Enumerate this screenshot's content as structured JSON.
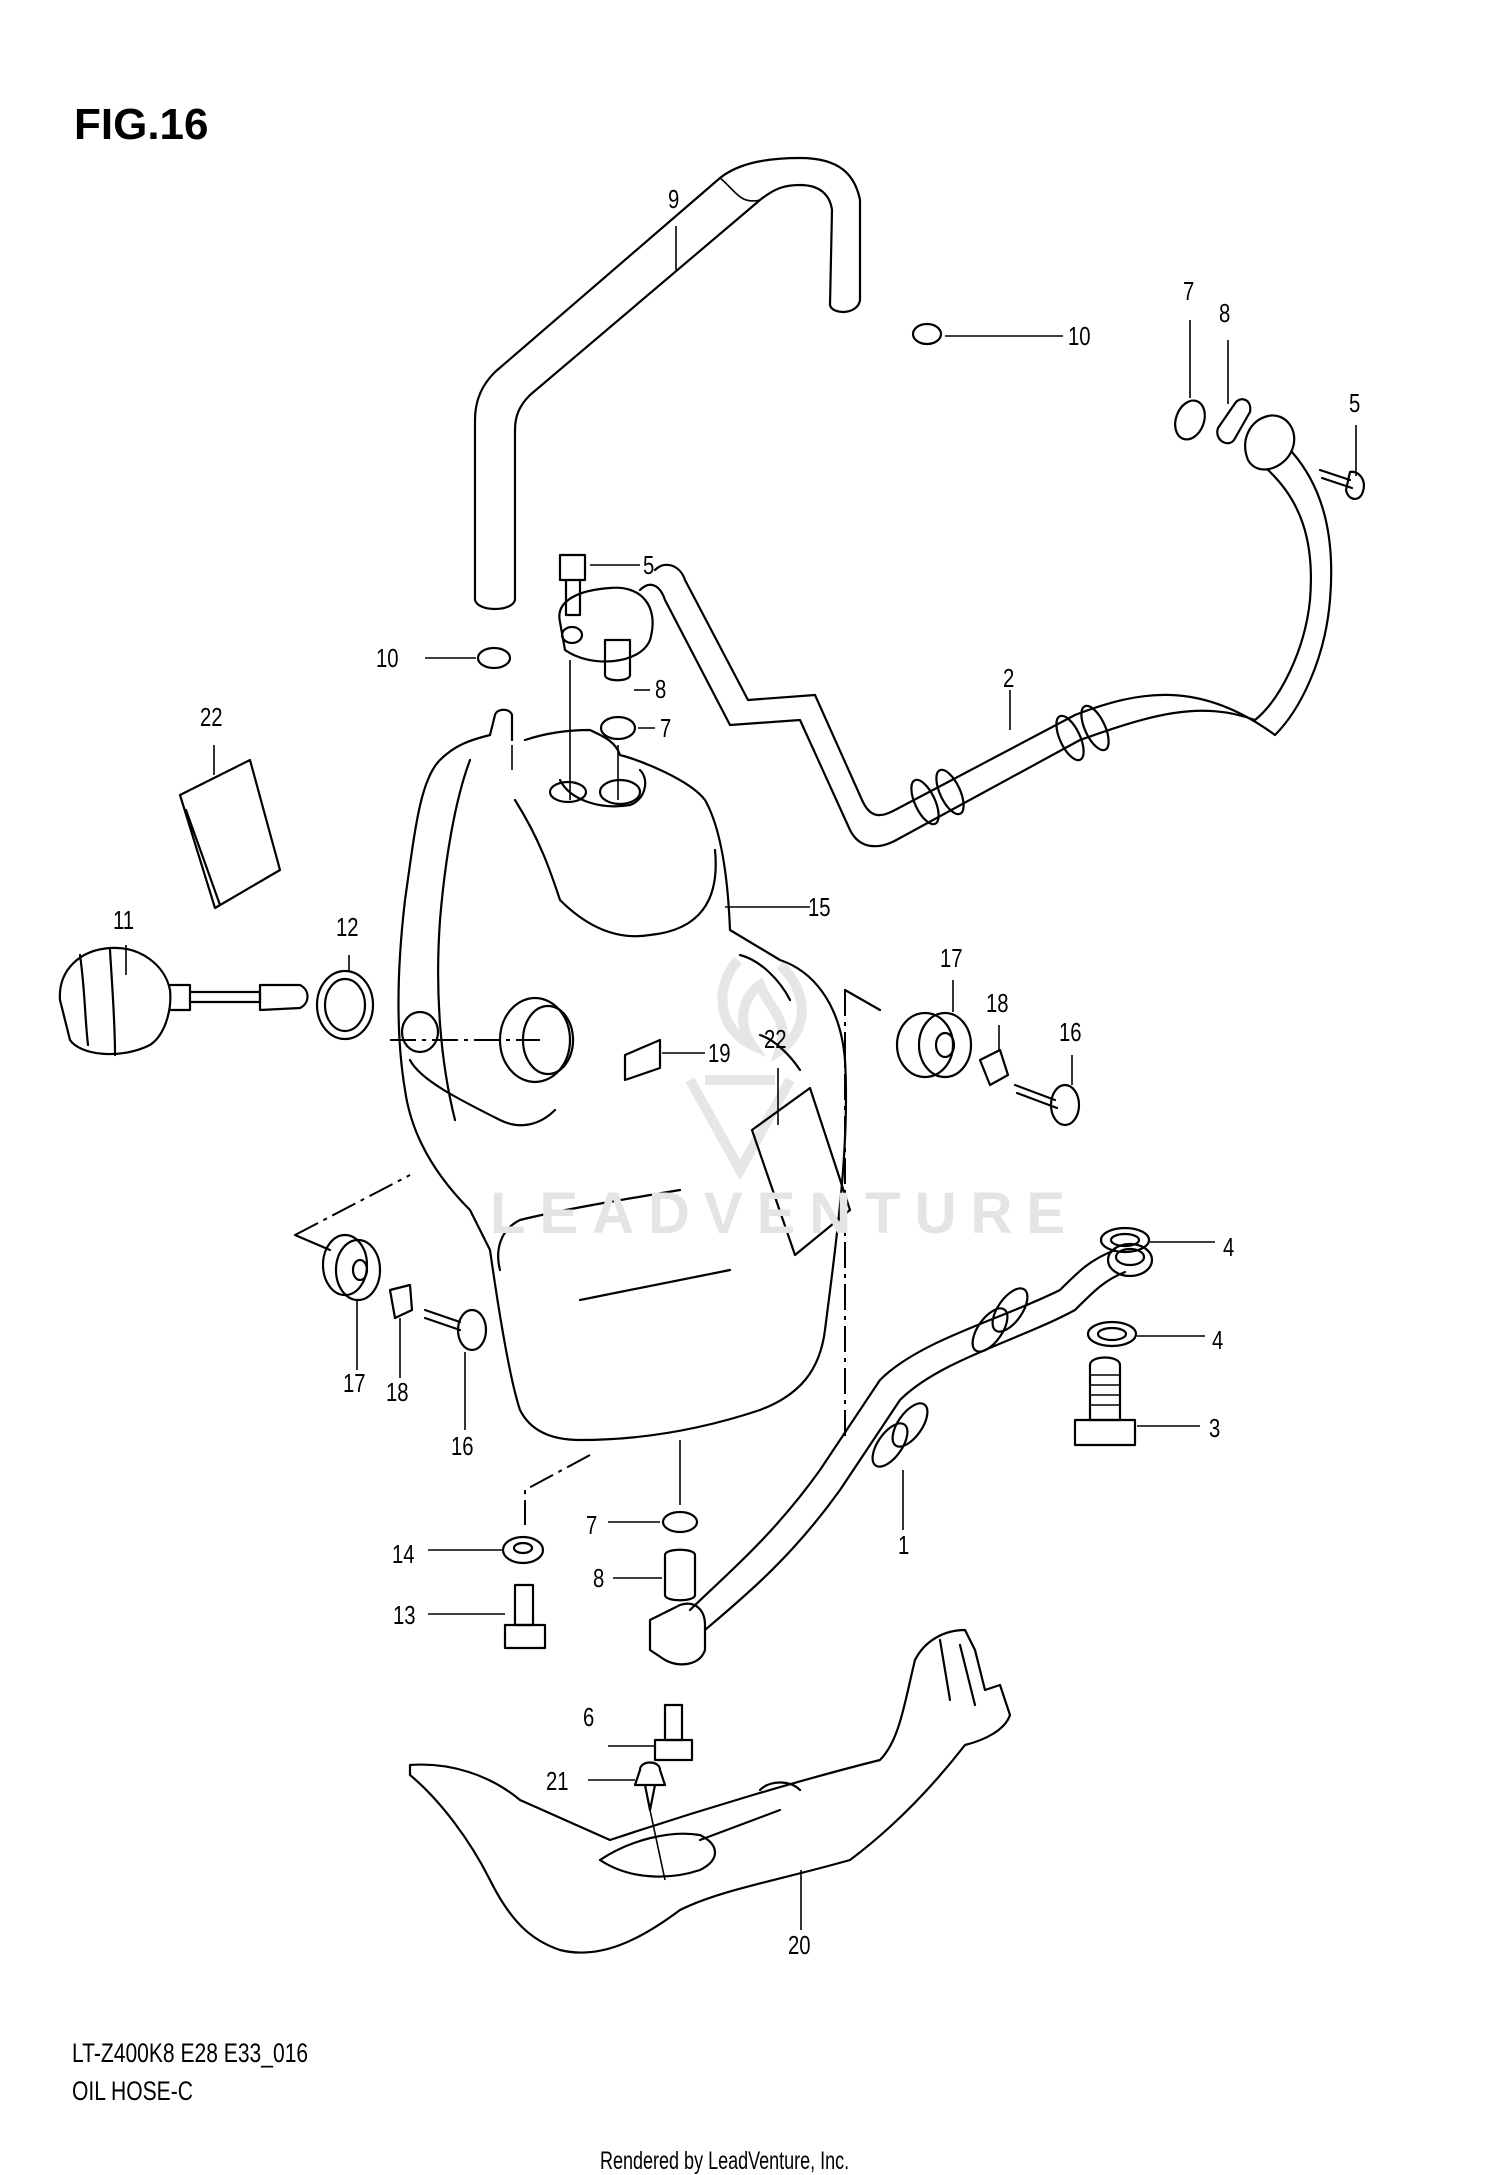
{
  "figure": {
    "title": "FIG.16",
    "model_code": "LT-Z400K8 E28 E33_016",
    "section_name": "OIL HOSE-C",
    "credit": "Rendered by LeadVenture, Inc.",
    "watermark": "LEADVENTURE"
  },
  "callouts": [
    {
      "id": "c-9",
      "part": "9",
      "desc": "breather hose"
    },
    {
      "id": "c-10a",
      "part": "10",
      "desc": "hose clip (upper)"
    },
    {
      "id": "c-7a",
      "part": "7",
      "desc": "o-ring (upper right)"
    },
    {
      "id": "c-8a",
      "part": "8",
      "desc": "collar (upper right)"
    },
    {
      "id": "c-5a",
      "part": "5",
      "desc": "bolt (upper right)"
    },
    {
      "id": "c-5b",
      "part": "5",
      "desc": "bolt (tank top)"
    },
    {
      "id": "c-10b",
      "part": "10",
      "desc": "hose clip (tank neck)"
    },
    {
      "id": "c-8b",
      "part": "8",
      "desc": "collar (tank top)"
    },
    {
      "id": "c-7b",
      "part": "7",
      "desc": "o-ring (tank top)"
    },
    {
      "id": "c-2",
      "part": "2",
      "desc": "oil hose (upper)"
    },
    {
      "id": "c-22a",
      "part": "22",
      "desc": "label (left)"
    },
    {
      "id": "c-11",
      "part": "11",
      "desc": "oil level gauge cap"
    },
    {
      "id": "c-12",
      "part": "12",
      "desc": "o-ring (cap)"
    },
    {
      "id": "c-15",
      "part": "15",
      "desc": "oil tank"
    },
    {
      "id": "c-17a",
      "part": "17",
      "desc": "cushion (right)"
    },
    {
      "id": "c-18a",
      "part": "18",
      "desc": "spacer (right)"
    },
    {
      "id": "c-16a",
      "part": "16",
      "desc": "bolt (right)"
    },
    {
      "id": "c-19",
      "part": "19",
      "desc": "label (small)"
    },
    {
      "id": "c-22b",
      "part": "22",
      "desc": "label (tank)"
    },
    {
      "id": "c-4a",
      "part": "4",
      "desc": "gasket (upper)"
    },
    {
      "id": "c-4b",
      "part": "4",
      "desc": "gasket (lower)"
    },
    {
      "id": "c-3",
      "part": "3",
      "desc": "union bolt"
    },
    {
      "id": "c-17b",
      "part": "17",
      "desc": "cushion (left)"
    },
    {
      "id": "c-18b",
      "part": "18",
      "desc": "spacer (left)"
    },
    {
      "id": "c-16b",
      "part": "16",
      "desc": "bolt (left)"
    },
    {
      "id": "c-1",
      "part": "1",
      "desc": "oil hose (lower)"
    },
    {
      "id": "c-7c",
      "part": "7",
      "desc": "o-ring (lower)"
    },
    {
      "id": "c-14",
      "part": "14",
      "desc": "drain gasket"
    },
    {
      "id": "c-8c",
      "part": "8",
      "desc": "collar (lower)"
    },
    {
      "id": "c-13",
      "part": "13",
      "desc": "drain plug"
    },
    {
      "id": "c-6",
      "part": "6",
      "desc": "bolt (hose fitting)"
    },
    {
      "id": "c-21",
      "part": "21",
      "desc": "clip"
    },
    {
      "id": "c-20",
      "part": "20",
      "desc": "tank guard"
    }
  ]
}
